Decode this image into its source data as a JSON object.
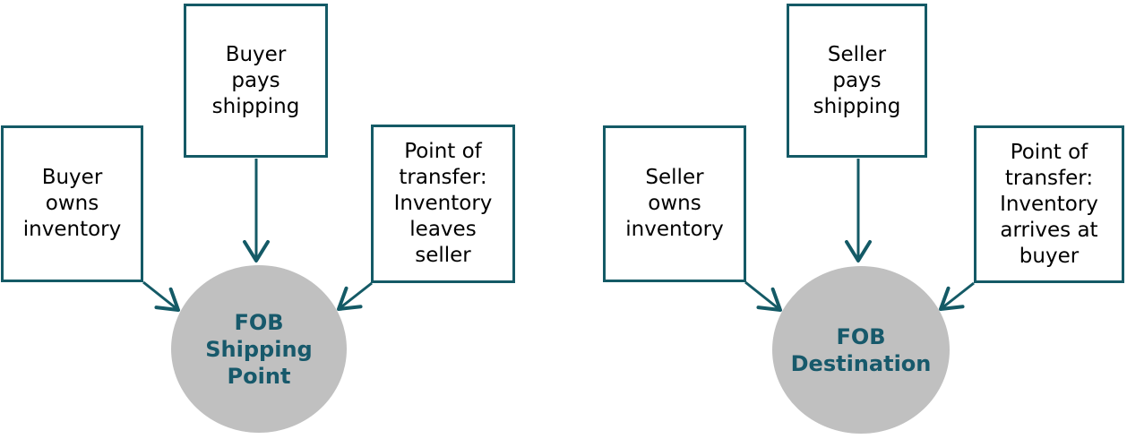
{
  "colors": {
    "line": "#145A66",
    "circle_fill": "#C0C0C0",
    "circle_label": "#17596B",
    "box_text": "#000000",
    "background": "#FFFFFF"
  },
  "diagrams": [
    {
      "name": "FOB Shipping Point",
      "boxes": {
        "left": "Buyer\nowns\ninventory",
        "top": "Buyer\npays\nshipping",
        "right": "Point of\ntransfer:\nInventory\nleaves\nseller"
      },
      "center_label": "FOB\nShipping\nPoint"
    },
    {
      "name": "FOB Destination",
      "boxes": {
        "left": "Seller\nowns\ninventory",
        "top": "Seller\npays\nshipping",
        "right": "Point of\ntransfer:\nInventory\narrives at\nbuyer"
      },
      "center_label": "FOB\nDestination"
    }
  ]
}
